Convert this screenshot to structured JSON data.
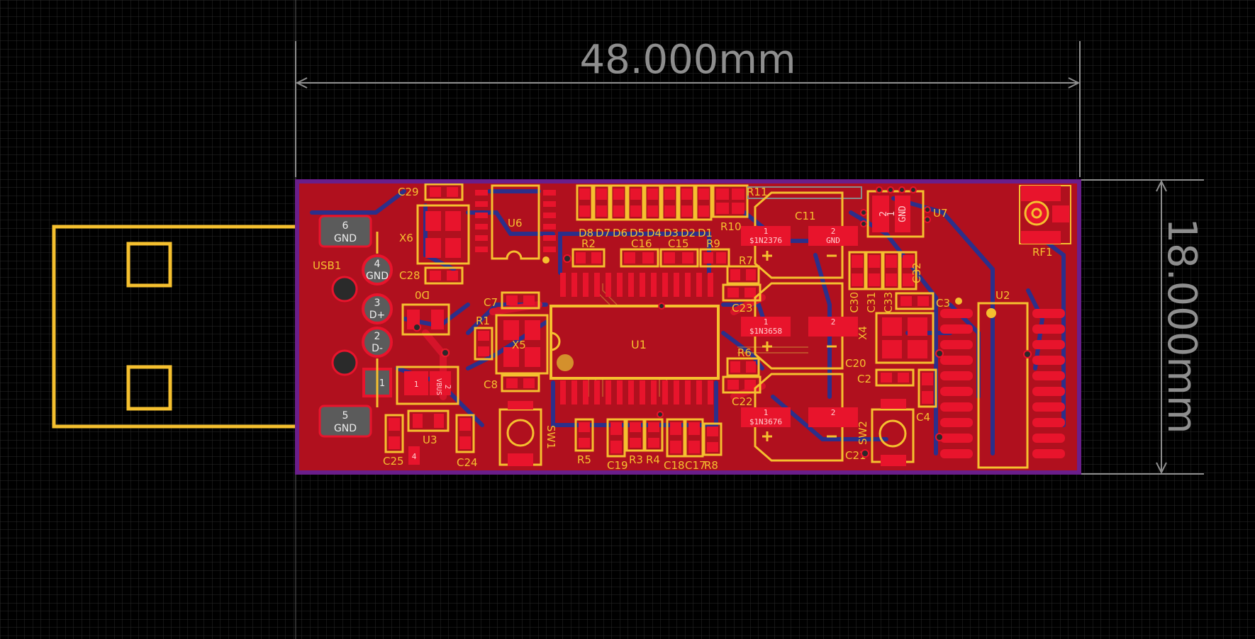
{
  "dimensions": {
    "width_label": "48.000mm",
    "height_label": "18.000mm"
  },
  "colors": {
    "background": "#000000",
    "grid": "#2a2a2a",
    "board_copper": "#B0101E",
    "board_outline": "#6A1E8A",
    "silkscreen": "#F5C02F",
    "bottom_trace": "#2C2F8A",
    "pad": "#E8142C",
    "dimension": "#8E8E8E"
  },
  "usb": {
    "designator": "USB1",
    "pins": [
      {
        "num": "6",
        "name": "GND"
      },
      {
        "num": "4",
        "name": "GND"
      },
      {
        "num": "3",
        "name": "D+"
      },
      {
        "num": "2",
        "name": "D-"
      },
      {
        "num": "1",
        "name": ""
      },
      {
        "num": "5",
        "name": "GND"
      }
    ]
  },
  "designators": {
    "C29": "C29",
    "X6": "X6",
    "C28": "C28",
    "U6": "U6",
    "D0": "D0",
    "C7": "C7",
    "R1": "R1",
    "X5": "X5",
    "C8": "C8",
    "U1": "U1",
    "SW1": "SW1",
    "U3": "U3",
    "C25": "C25",
    "C24": "C24",
    "R5": "R5",
    "C19": "C19",
    "R3": "R3",
    "R4": "R4",
    "C18": "C18",
    "C17": "C17",
    "R8": "R8",
    "R2": "R2",
    "C16": "C16",
    "C15": "C15",
    "R9": "R9",
    "R10": "R10",
    "R11": "R11",
    "R7": "R7",
    "R6": "R6",
    "C23": "C23",
    "C22": "C22",
    "C11": "C11",
    "C20": "C20",
    "C21": "C21",
    "SW2": "SW2",
    "X4": "X4",
    "C30": "C30",
    "C31": "C31",
    "C33": "C33",
    "C32": "C32",
    "C3": "C3",
    "C2": "C2",
    "C4": "C4",
    "U2": "U2",
    "U7": "U7",
    "RF1": "RF1",
    "leds": [
      "D8",
      "D7",
      "D6",
      "D5",
      "D4",
      "D3",
      "D2",
      "D1"
    ]
  },
  "pad_labels": {
    "c11_p1_num": "1",
    "c11_p1_net": "$1N2376",
    "c11_p2_num": "2",
    "c11_p2_net": "GND",
    "c20_p1_num": "1",
    "c20_p1_net": "$1N3658",
    "c20_p2_num": "2",
    "c21_p1_num": "1",
    "c21_p1_net": "$1N3676",
    "c21_p2_num": "2",
    "vbus_num": "2",
    "vbus_net": "VBUS",
    "u3_pad1": "1",
    "u3_pad4": "4",
    "u7_pad_a": "2",
    "u7_pad_b": "1",
    "u7_net": "GND"
  }
}
